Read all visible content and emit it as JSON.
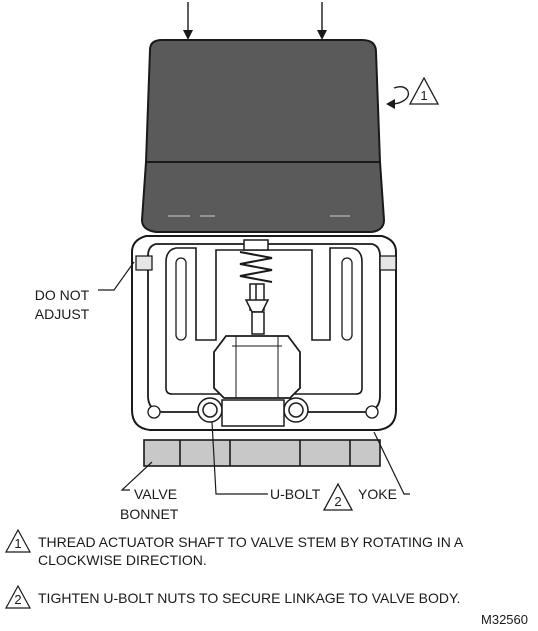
{
  "labels": {
    "do_not_adjust_line1": "DO NOT",
    "do_not_adjust_line2": "ADJUST",
    "valve_bonnet_line1": "VALVE",
    "valve_bonnet_line2": "BONNET",
    "u_bolt": "U-BOLT",
    "yoke": "YOKE"
  },
  "callouts": {
    "rotation_marker": "1",
    "u_bolt_marker": "2"
  },
  "notes": [
    {
      "marker": "1",
      "line1": "THREAD ACTUATOR SHAFT TO VALVE STEM BY ROTATING IN A",
      "line2": "CLOCKWISE DIRECTION."
    },
    {
      "marker": "2",
      "line1": "TIGHTEN U-BOLT NUTS TO SECURE LINKAGE TO VALVE BODY."
    }
  ],
  "figure_code": "M32560",
  "colors": {
    "stroke": "#1a1a1a",
    "housing": "#5a5a5a",
    "light_gray": "#c8c8c8",
    "background": "#ffffff"
  }
}
